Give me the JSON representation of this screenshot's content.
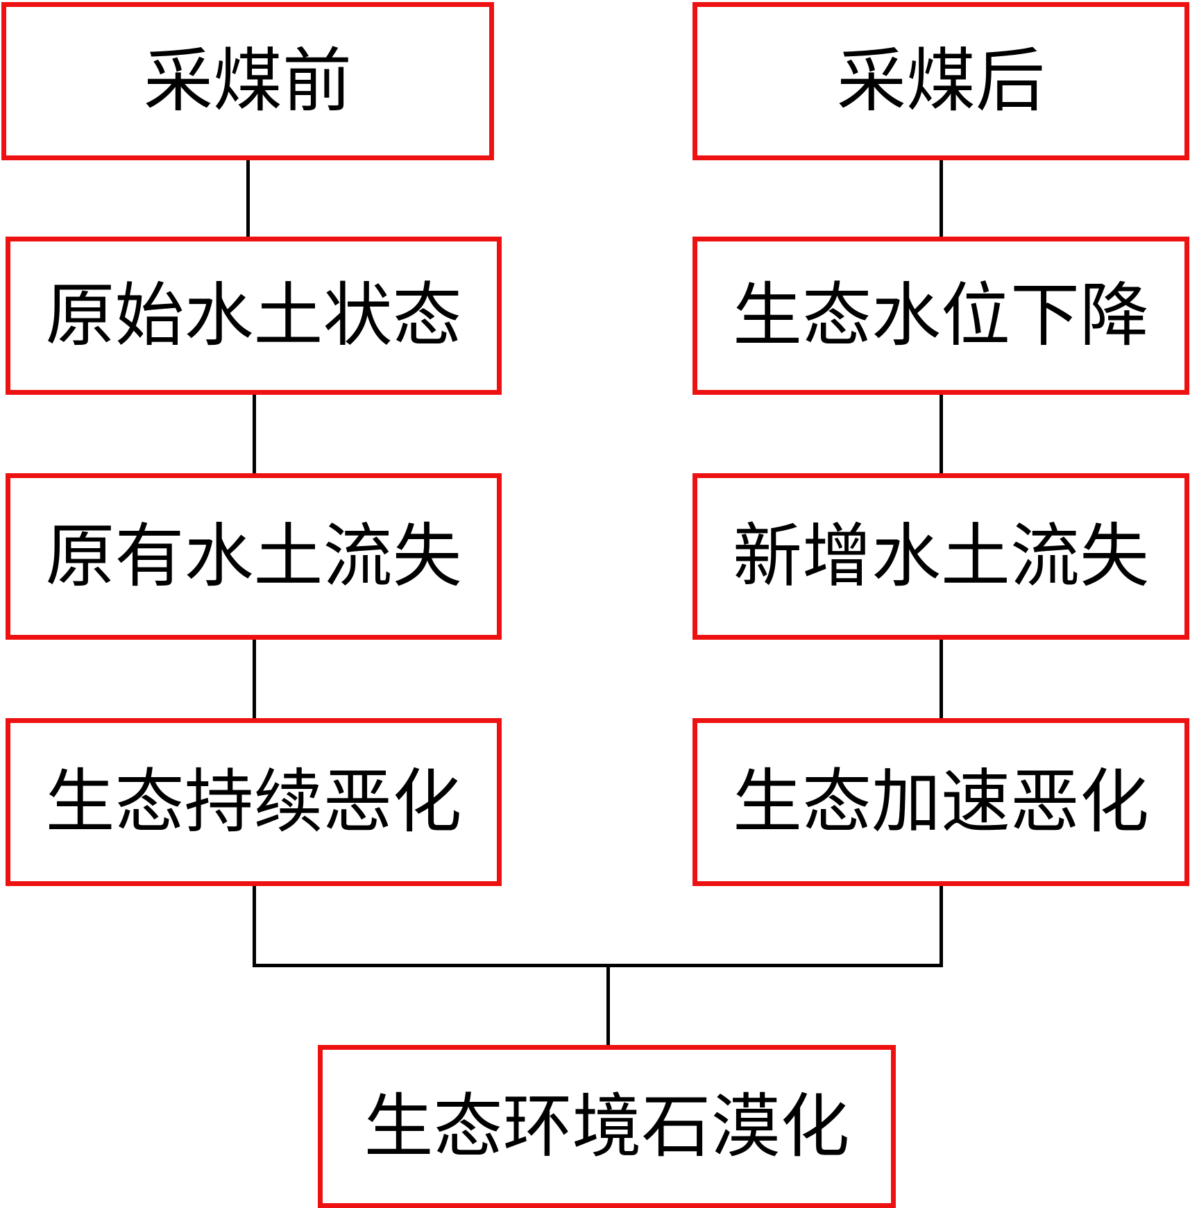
{
  "left_column": {
    "nodes": [
      "采煤前",
      "原始水土状态",
      "原有水土流失",
      "生态持续恶化"
    ]
  },
  "right_column": {
    "nodes": [
      "采煤后",
      "生态水位下降",
      "新增水土流失",
      "生态加速恶化"
    ]
  },
  "result": {
    "label": "生态环境石漠化"
  },
  "colors": {
    "box_border": "#ee1111",
    "connector": "#000000",
    "text": "#000000"
  }
}
